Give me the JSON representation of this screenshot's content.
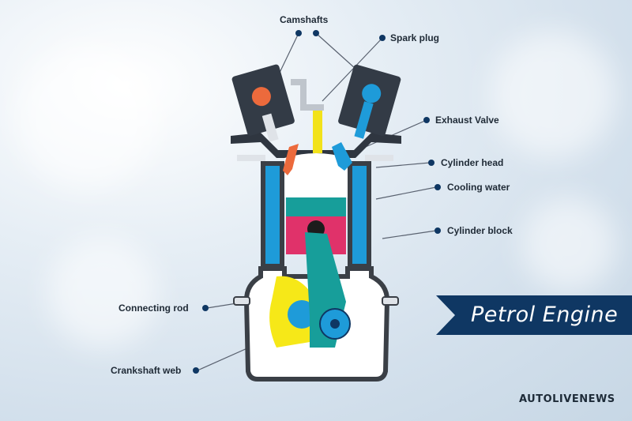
{
  "labels": {
    "camshafts": "Camshafts",
    "spark_plug": "Spark plug",
    "exhaust_valve": "Exhaust Valve",
    "cylinder_head": "Cylinder head",
    "cooling_water": "Cooling water",
    "cylinder_block": "Cylinder block",
    "connecting_rod": "Connecting rod",
    "crankshaft_web": "Crankshaft web"
  },
  "banner": {
    "title": "Petrol Engine"
  },
  "logo": {
    "text": "AUTOLIVENEWS"
  },
  "colors": {
    "banner": "#0f3763",
    "cooling": "#1e9bd9",
    "piston_top": "#179e9a",
    "piston_body": "#e0326a",
    "crank_web": "#f6e818",
    "spark": "#f2e21a",
    "intake_valve": "#ec6a3c",
    "cam_housing": "#333b46",
    "outline": "#3a3f46"
  }
}
